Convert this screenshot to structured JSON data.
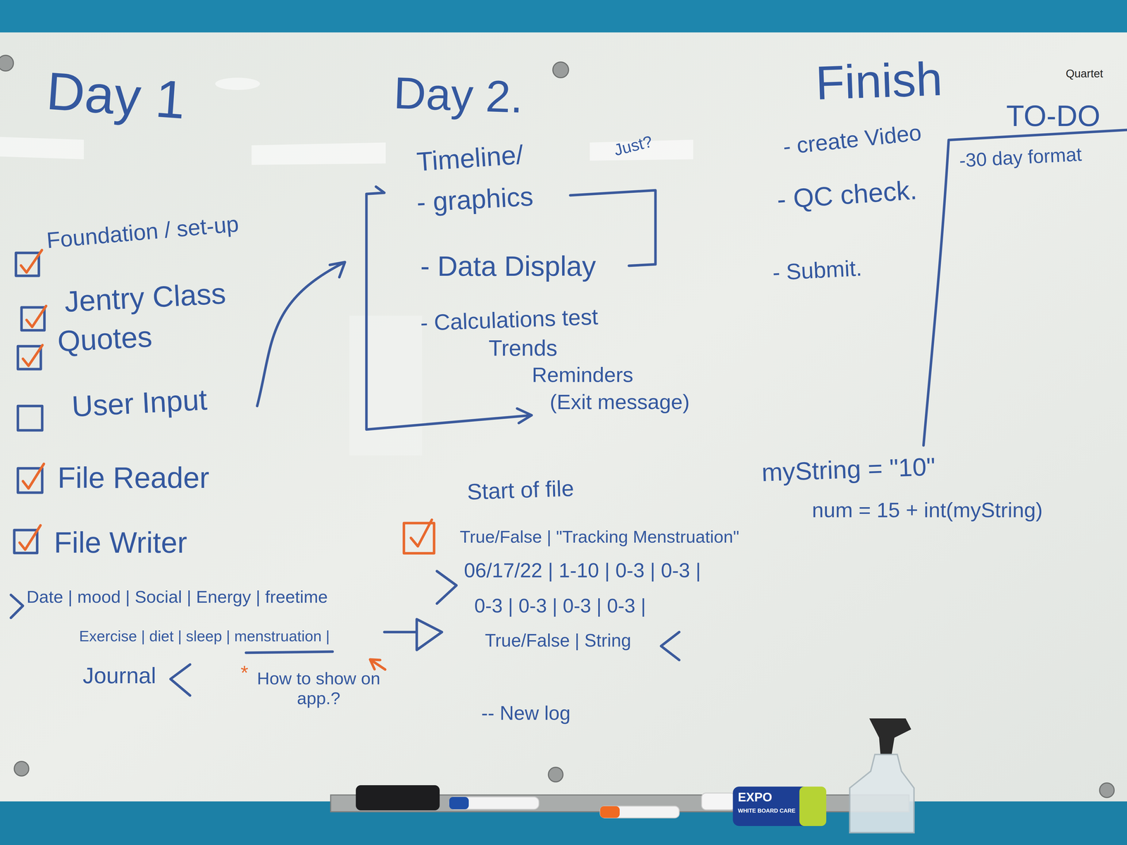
{
  "diagram": {
    "labels": [
      "Day 1",
      "Day 2.",
      "Finish",
      "Quartet",
      "TO-DO",
      "Just?",
      "Timeline/",
      "- graphics",
      "- Data Display",
      "- Calculations test",
      "Trends",
      "Reminders",
      "(Exit message)",
      "- create Video",
      "- QC check.",
      "- Submit.",
      "-30 day format",
      "Foundation / set-up",
      "Jentry Class",
      "Quotes",
      "User Input",
      "File Reader",
      "File Writer",
      "Date | mood | Social | Energy | freetime",
      "Exercise | diet | sleep | menstruation |",
      "Journal",
      "*",
      "How to show on app.?",
      "Start of file",
      "True/False | \"Tracking Menstruation\"",
      "06/17/22 | 1-10 | 0-3 | 0-3 |",
      "0-3 | 0-3 | 0-3 | 0-3 |",
      "True/False | String",
      "-- New log",
      "myString = \"10\"",
      "num = 15 + int(myString)",
      "EXPO",
      "WHITE BOARD CARE"
    ]
  }
}
